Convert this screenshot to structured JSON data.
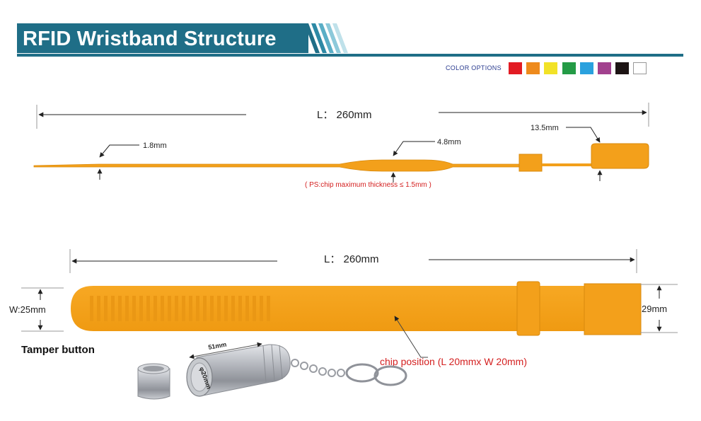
{
  "header": {
    "title": "RFID Wristband Structure"
  },
  "color_options": {
    "label": "COLOR OPTIONS",
    "swatches": [
      {
        "name": "red",
        "color": "#e21b23"
      },
      {
        "name": "orange",
        "color": "#ee8a1c"
      },
      {
        "name": "yellow",
        "color": "#f2e227"
      },
      {
        "name": "green",
        "color": "#249b46"
      },
      {
        "name": "blue",
        "color": "#2aa1de"
      },
      {
        "name": "purple",
        "color": "#a2418e"
      },
      {
        "name": "black",
        "color": "#1d1414"
      },
      {
        "name": "white",
        "color": "#ffffff"
      }
    ]
  },
  "side_view": {
    "length_label": "L： 260mm",
    "thin_thickness": "1.8mm",
    "chip_thickness": "4.8mm",
    "head_thickness": "13.5mm",
    "note": "( PS:chip maximum thickness ≤ 1.5mm )"
  },
  "top_view": {
    "length_label": "L： 260mm",
    "width_label": "W:25mm",
    "head_width_label": "29mm",
    "chip_position": "chip position (L 20mmx W 20mm)"
  },
  "tamper_button": {
    "label": "Tamper button",
    "length": "51mm",
    "diameter": "φ20mm"
  },
  "colors": {
    "band": "#f3a01b",
    "band_dark": "#d98a0d",
    "accent": "#1f6e87",
    "dimension_line": "#222222",
    "note_red": "#d42020"
  }
}
